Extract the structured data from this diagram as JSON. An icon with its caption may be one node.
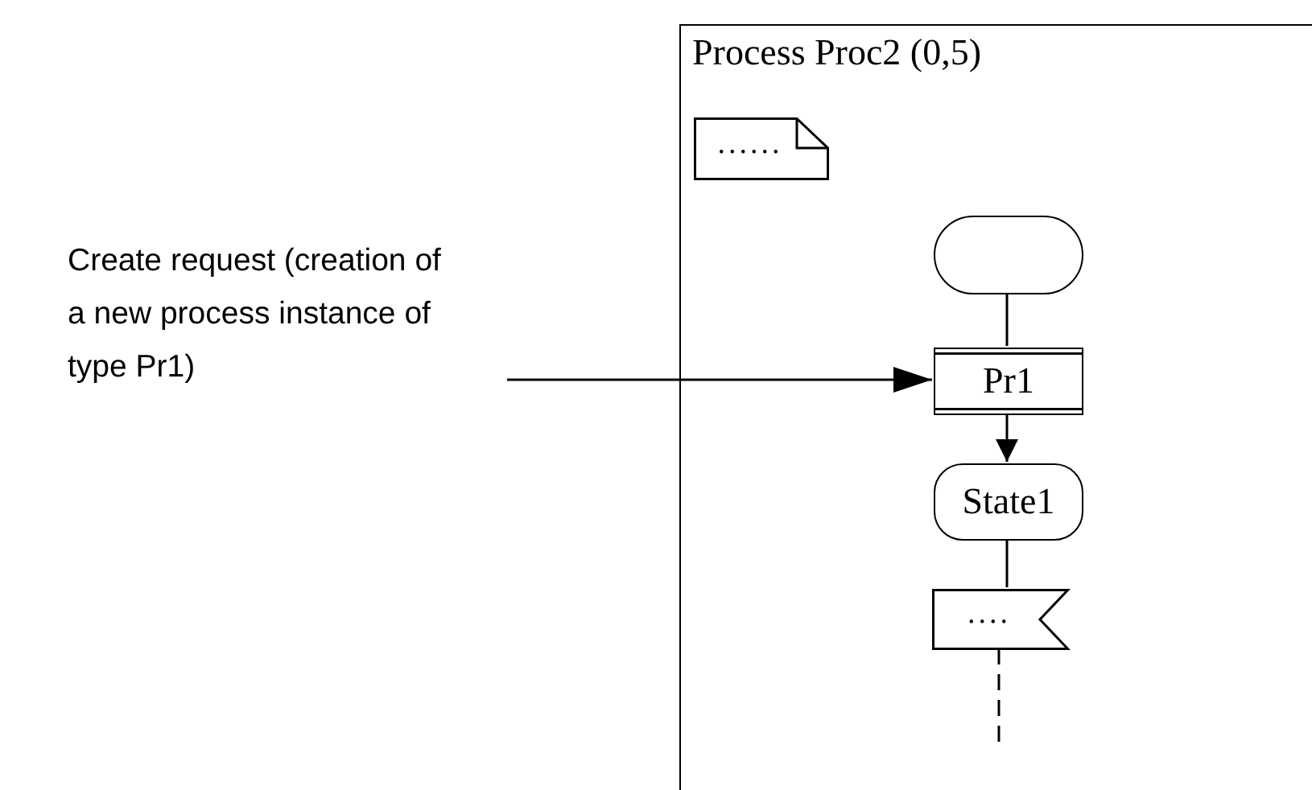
{
  "diagram": {
    "nodes": [
      {
        "text": [
          "Process Proc2 (0,5)"
        ]
      },
      {
        "text": [
          "......"
        ],
        "in": 0
      },
      {
        "text": [],
        "shape": "box",
        "in": 0
      },
      {
        "text": [
          "Pr1"
        ],
        "in": 0
      },
      {
        "text": [
          "State1"
        ],
        "in": 0
      },
      {
        "text": [
          "...."
        ],
        "in": 0
      }
    ],
    "edges": [
      {
        "from": 2,
        "to": 3,
        "arrow": "none"
      },
      {
        "from": 3,
        "to": 4,
        "arrow": "to"
      },
      {
        "from": 4,
        "to": 5,
        "arrow": "none"
      },
      {
        "from": 5,
        "to": null,
        "arrow": "none",
        "style": "dashed"
      },
      {
        "from": null,
        "to": 3,
        "arrow": "to"
      }
    ],
    "labels": [
      "Create request (creation of a new process instance of type Pr1)"
    ]
  }
}
